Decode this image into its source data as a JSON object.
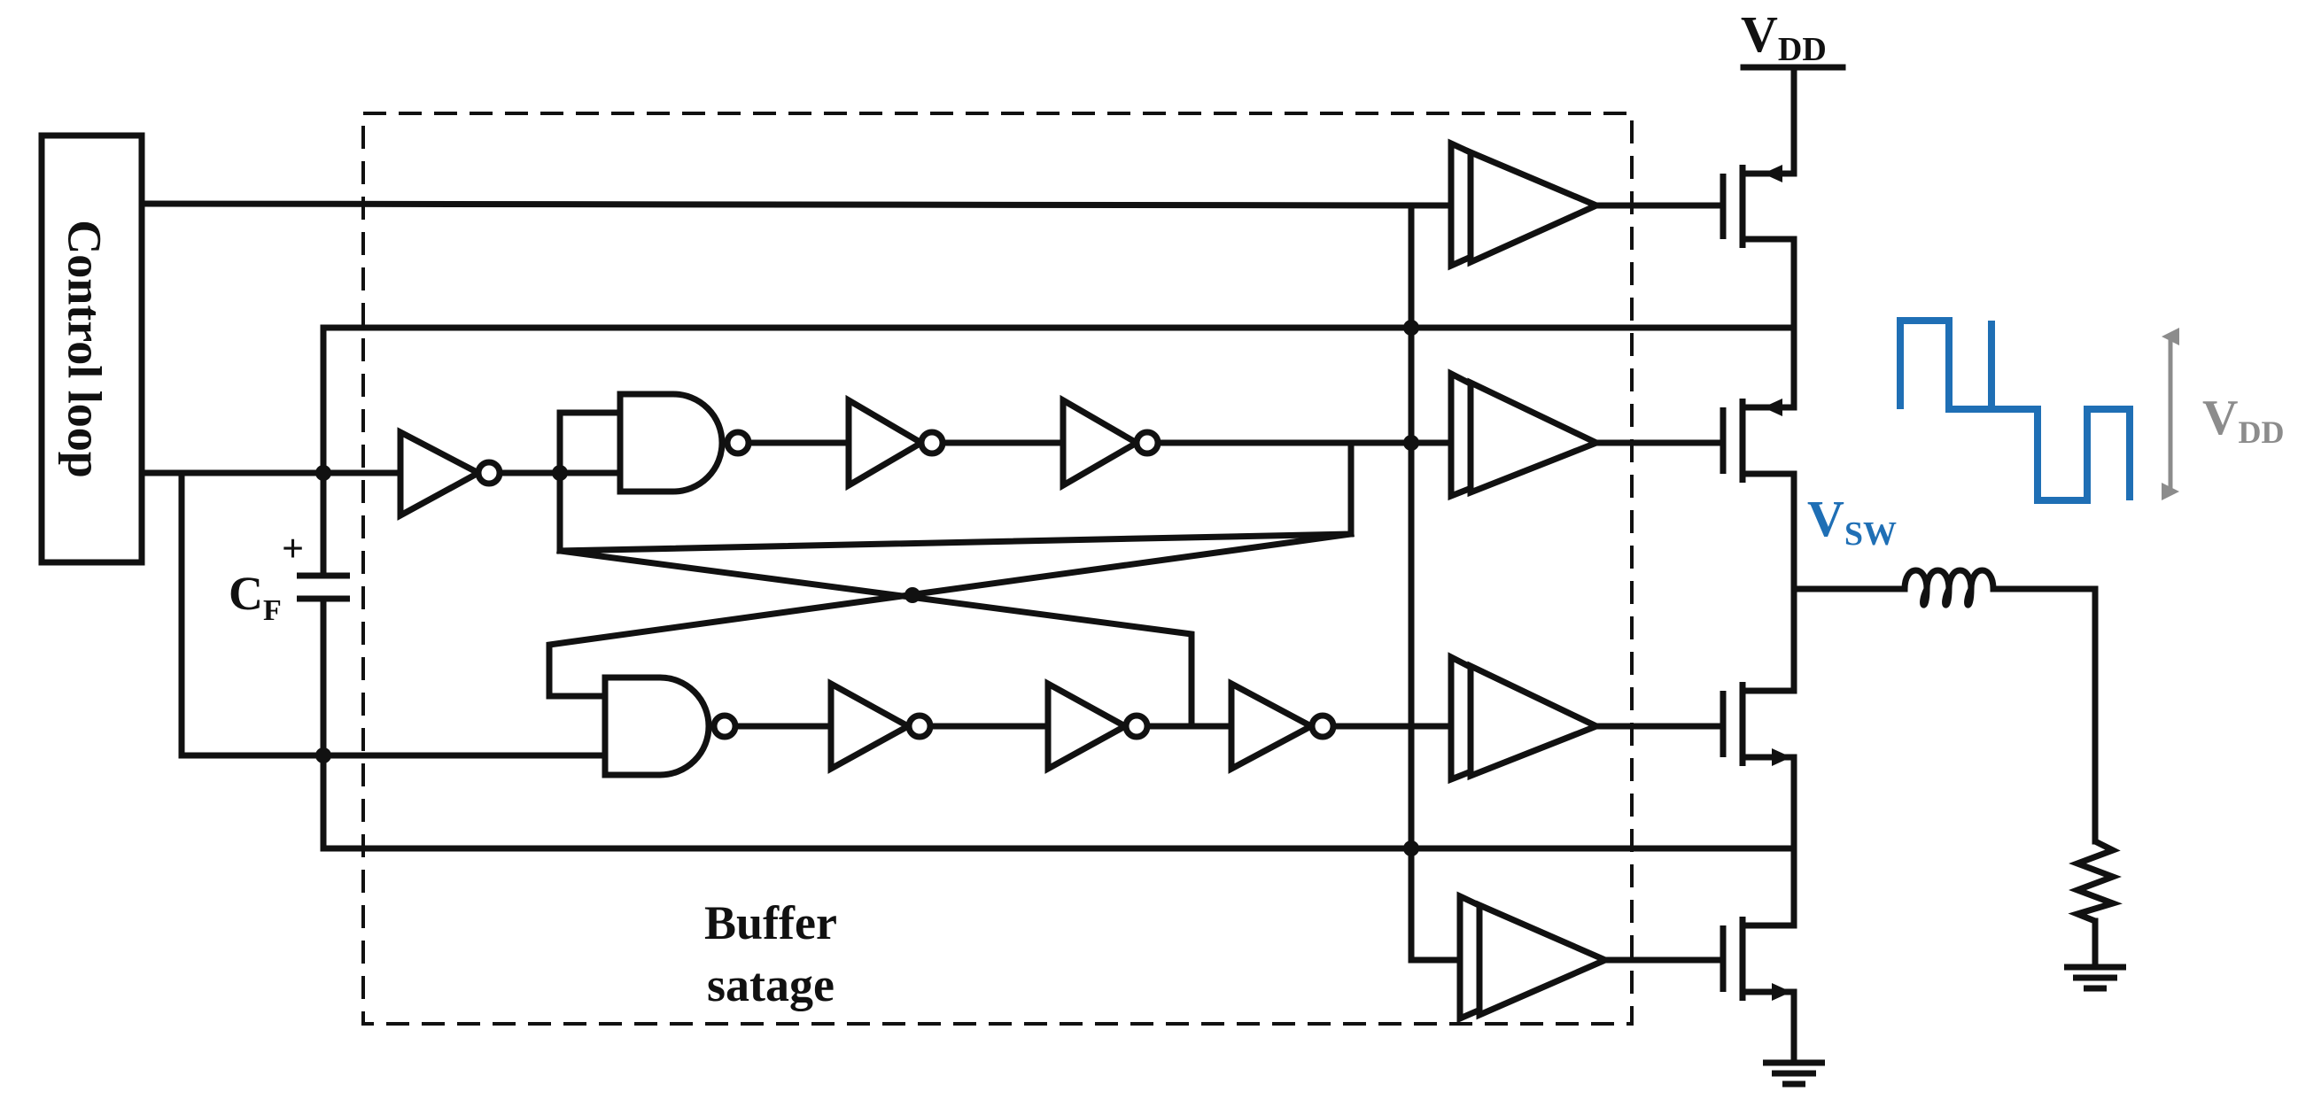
{
  "labels": {
    "control_loop": "Control loop",
    "buffer_line1": "Buffer",
    "buffer_line2": "satage",
    "cf_main": "C",
    "cf_sub": "F",
    "cf_plus": "+",
    "vdd_main": "V",
    "vdd_sub": "DD",
    "vsw_main": "V",
    "vsw_sub": "SW",
    "swing_main": "V",
    "swing_sub": "DD"
  },
  "colors": {
    "wire": "#111111",
    "vsw": "#1f6fb5",
    "swing_arrow": "#8c8c8c",
    "buffer_box": "#111111"
  }
}
